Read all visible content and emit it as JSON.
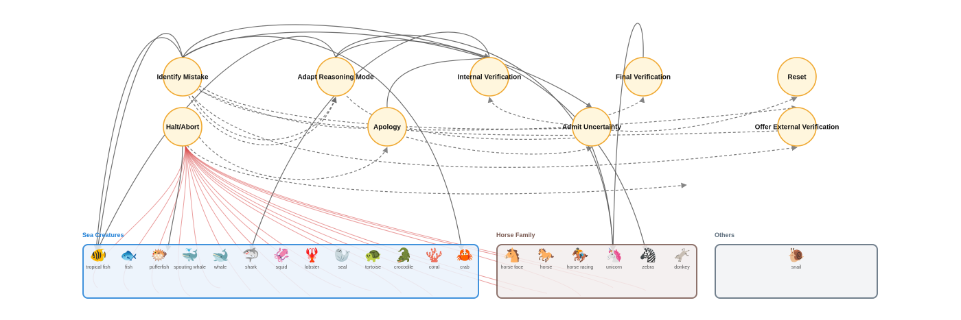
{
  "diagram": {
    "nodes": [
      {
        "id": "identify_mistake",
        "label": "Identify Mistake"
      },
      {
        "id": "adapt_reasoning",
        "label": "Adapt Reasoning Mode"
      },
      {
        "id": "internal_verification",
        "label": "Internal Verification"
      },
      {
        "id": "final_verification",
        "label": "Final Verification"
      },
      {
        "id": "reset",
        "label": "Reset"
      },
      {
        "id": "halt_abort",
        "label": "Halt/Abort"
      },
      {
        "id": "apology",
        "label": "Apology"
      },
      {
        "id": "admit_uncertainty",
        "label": "Admit Uncertainty"
      },
      {
        "id": "offer_external_verification",
        "label": "Offer External Verification"
      }
    ],
    "groups": [
      {
        "id": "sea",
        "title": "Sea Creatures",
        "color": "#1f7fd6",
        "fill": "#eaf3fc",
        "items": [
          {
            "emoji": "🐠",
            "label": "tropical fish"
          },
          {
            "emoji": "🐟",
            "label": "fish"
          },
          {
            "emoji": "🐡",
            "label": "pufferfish"
          },
          {
            "emoji": "🐳",
            "label": "spouting whale"
          },
          {
            "emoji": "🐋",
            "label": "whale"
          },
          {
            "emoji": "🦈",
            "label": "shark"
          },
          {
            "emoji": "🦑",
            "label": "squid"
          },
          {
            "emoji": "🦞",
            "label": "lobster"
          },
          {
            "emoji": "🦭",
            "label": "seal"
          },
          {
            "emoji": "🐢",
            "label": "tortoise"
          },
          {
            "emoji": "🐊",
            "label": "crocodile"
          },
          {
            "emoji": "🪸",
            "label": "coral"
          },
          {
            "emoji": "🦀",
            "label": "crab"
          }
        ]
      },
      {
        "id": "horse",
        "title": "Horse Family",
        "color": "#7a5a52",
        "fill": "#f3eeee",
        "items": [
          {
            "emoji": "🐴",
            "label": "horse face"
          },
          {
            "emoji": "🐎",
            "label": "horse"
          },
          {
            "emoji": "🏇",
            "label": "horse racing"
          },
          {
            "emoji": "🦄",
            "label": "unicorn"
          },
          {
            "emoji": "🦓",
            "label": "zebra"
          },
          {
            "emoji": "🫏",
            "label": "donkey"
          }
        ]
      },
      {
        "id": "others",
        "title": "Others",
        "color": "#5a6b7a",
        "fill": "#f1f3f5",
        "items": [
          {
            "emoji": "🐌",
            "label": "snail"
          }
        ]
      }
    ],
    "colors": {
      "node_fill": "#fff6dd",
      "node_stroke": "#f0a830",
      "solid_edge": "#555555",
      "dashed_edge": "#555555",
      "red_edge": "#d84a4a"
    }
  }
}
